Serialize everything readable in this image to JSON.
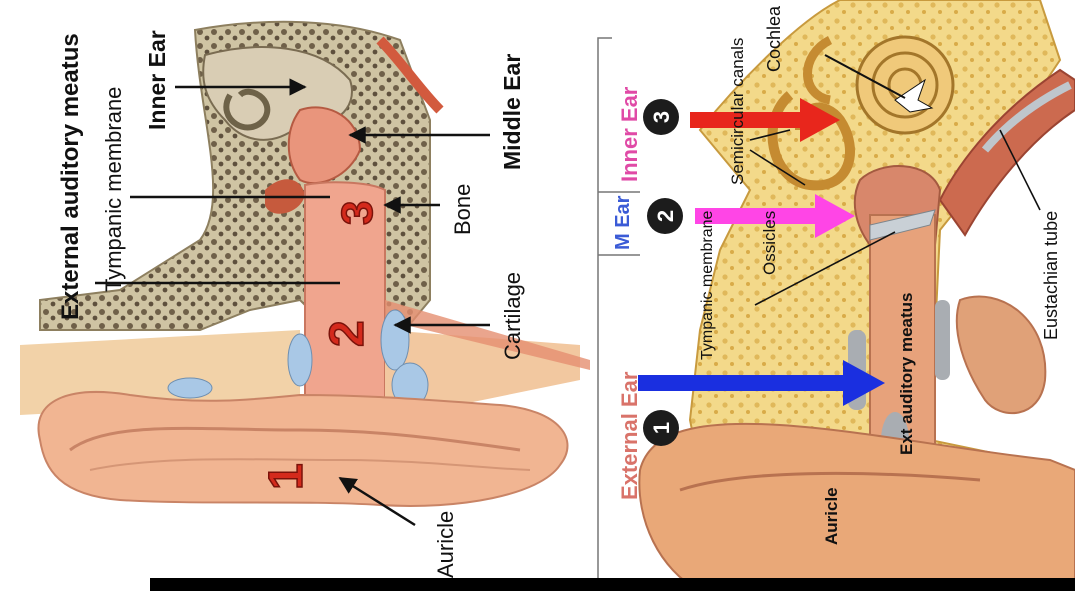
{
  "left_panel": {
    "labels": {
      "external_auditory_meatus": "External auditory meatus",
      "tympanic_membrane": "Tympanic membrane",
      "inner_ear": "Inner Ear",
      "middle_ear": "Middle Ear",
      "bone": "Bone",
      "cartilage": "Cartilage",
      "auricle": "Auricle"
    },
    "markers": [
      "1",
      "2",
      "3"
    ]
  },
  "right_panel": {
    "labels": {
      "cochlea": "Cochlea",
      "semicircular_canals": "Semicircular canals",
      "ossicles": "Ossicles",
      "tympanic_membrane": "Tympanic membrane",
      "eustachian_tube": "Eustachian tube",
      "ext_auditory_meatus": "Ext auditory meatus",
      "auricle": "Auricle"
    },
    "sections": {
      "inner_ear": "Inner Ear",
      "middle_ear": "M Ear",
      "external_ear": "External Ear"
    },
    "markers": [
      "1",
      "2",
      "3"
    ],
    "colors": {
      "inner_ear": "#e04aa6",
      "middle_ear": "#3b5bd6",
      "external_ear": "#d9736a",
      "arrow_3": "#e8261c",
      "arrow_2": "#ff45e6",
      "arrow_1": "#1a2fe0"
    }
  }
}
